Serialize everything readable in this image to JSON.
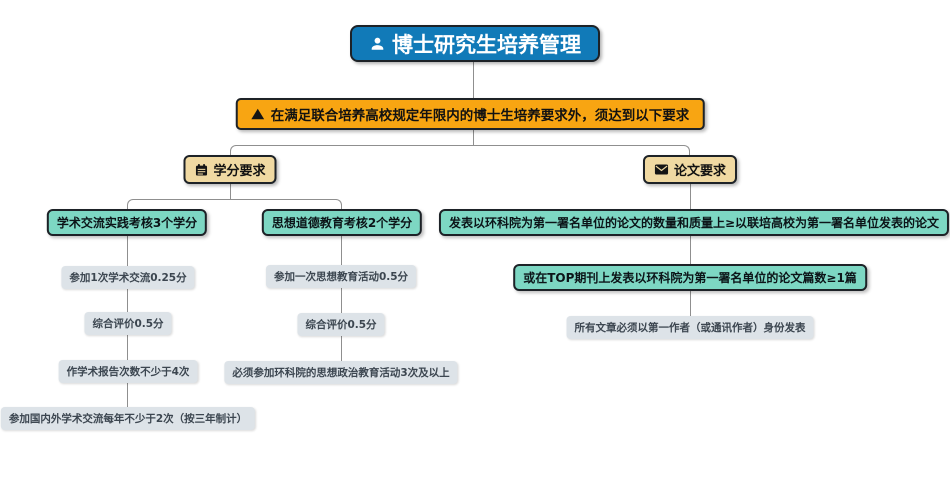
{
  "colors": {
    "root_bg": "#117ab8",
    "note_bg": "#f8a512",
    "header_bg": "#f0d9a2",
    "highlight_bg": "#7dd7c3",
    "step_bg": "#dde3e8",
    "step_text": "#3c4650",
    "line": "#8f8f8f",
    "border": "#1d2227"
  },
  "root": {
    "label": "博士研究生培养管理",
    "icon": "person-icon"
  },
  "note": {
    "label": "在满足联合培养高校规定年限内的博士生培养要求外，须达到以下要求",
    "icon": "warning-icon"
  },
  "credit_branch": {
    "label": "学分要求",
    "icon": "calendar-icon",
    "academic": {
      "label": "学术交流实践考核3个学分",
      "steps": [
        "参加1次学术交流0.25分",
        "综合评价0.5分",
        "作学术报告次数不少于4次",
        "参加国内外学术交流每年不少于2次（按三年制计）"
      ]
    },
    "moral": {
      "label": "思想道德教育考核2个学分",
      "steps": [
        "参加一次思想教育活动0.5分",
        "综合评价0.5分",
        "必须参加环科院的思想政治教育活动3次及以上"
      ]
    }
  },
  "paper_branch": {
    "label": "论文要求",
    "icon": "envelope-icon",
    "rule1": "发表以环科院为第一署名单位的论文的数量和质量上≥以联培高校为第一署名单位发表的论文",
    "rule2": "或在TOP期刊上发表以环科院为第一署名单位的论文篇数≥1篇",
    "note": "所有文章必须以第一作者（或通讯作者）身份发表"
  }
}
